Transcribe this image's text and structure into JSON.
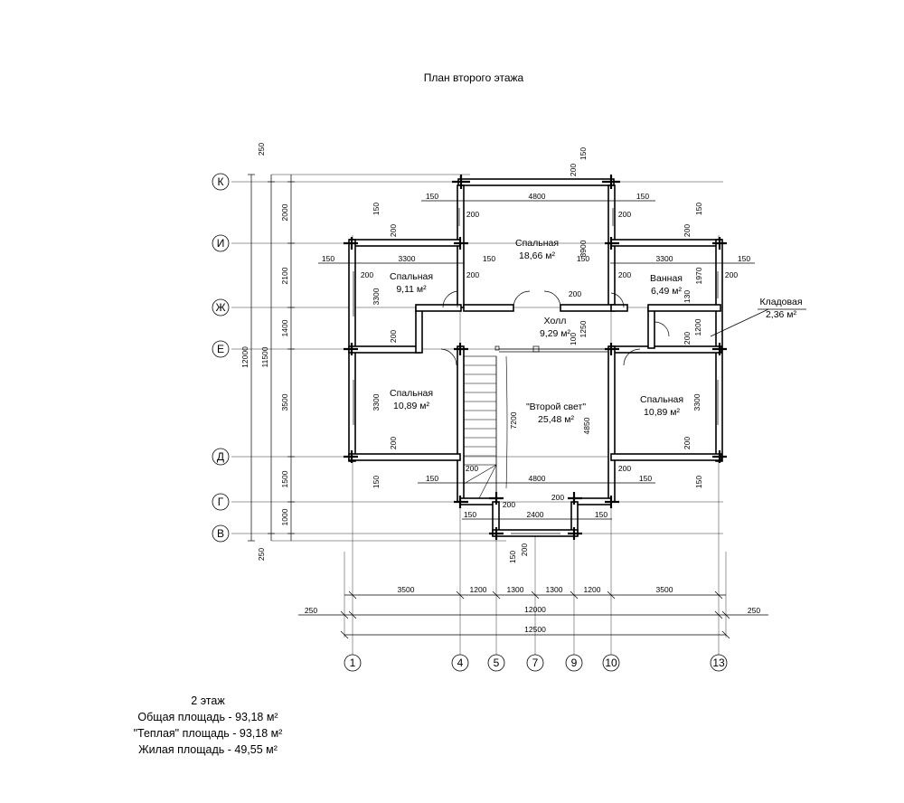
{
  "title": "План второго этажа",
  "axes": {
    "rows": [
      "К",
      "И",
      "Ж",
      "Е",
      "Д",
      "Г",
      "В"
    ],
    "cols": [
      "1",
      "4",
      "5",
      "7",
      "9",
      "10",
      "13"
    ]
  },
  "rooms": [
    {
      "name": "Спальная",
      "area": "18,66 м²"
    },
    {
      "name": "Спальная",
      "area": "9,11 м²"
    },
    {
      "name": "Ванная",
      "area": "6,49 м²"
    },
    {
      "name": "Кладовая",
      "area": "2,36 м²"
    },
    {
      "name": "Холл",
      "area": "9,29 м²"
    },
    {
      "name": "Спальная",
      "area": "10,89 м²"
    },
    {
      "name": "\"Второй свет\"",
      "area": "25,48 м²"
    },
    {
      "name": "Спальная",
      "area": "10,89 м²"
    }
  ],
  "dimensions": {
    "bottom_row1": [
      "3500",
      "1200",
      "1300",
      "1300",
      "1200",
      "3500"
    ],
    "bottom_row2": [
      "250",
      "12000",
      "250"
    ],
    "bottom_row3": [
      "12500"
    ],
    "left_col1": [
      "250",
      "2000",
      "2100",
      "1400",
      "3500",
      "1500",
      "1000",
      "250"
    ],
    "left_col2": [
      "11500"
    ],
    "left_col3": [
      "12000"
    ],
    "inner": {
      "top_4800": "4800",
      "top_150_l": "150",
      "top_150_r": "150",
      "top_200_a": "200",
      "top_150_a": "150",
      "w3300_l": "3300",
      "w3300_r": "3300",
      "w150_1": "150",
      "w150_2": "150",
      "w150_3": "150",
      "w150_4": "150",
      "h3900": "3900",
      "h3300_a": "3300",
      "h3300_b": "3300",
      "h3300_c": "3300",
      "h1970": "1970",
      "h1250": "1250",
      "h1200": "1200",
      "h7200": "7200",
      "h4850": "4850",
      "h100": "100",
      "h130": "130",
      "b4800": "4800",
      "b2400": "2400",
      "d200": "200",
      "d150": "150"
    }
  },
  "summary": {
    "floor": "2 этаж",
    "total": "Общая площадь - 93,18 м²",
    "warm": "\"Теплая\" площадь - 93,18 м²",
    "living": "Жилая площадь - 49,55 м²"
  }
}
